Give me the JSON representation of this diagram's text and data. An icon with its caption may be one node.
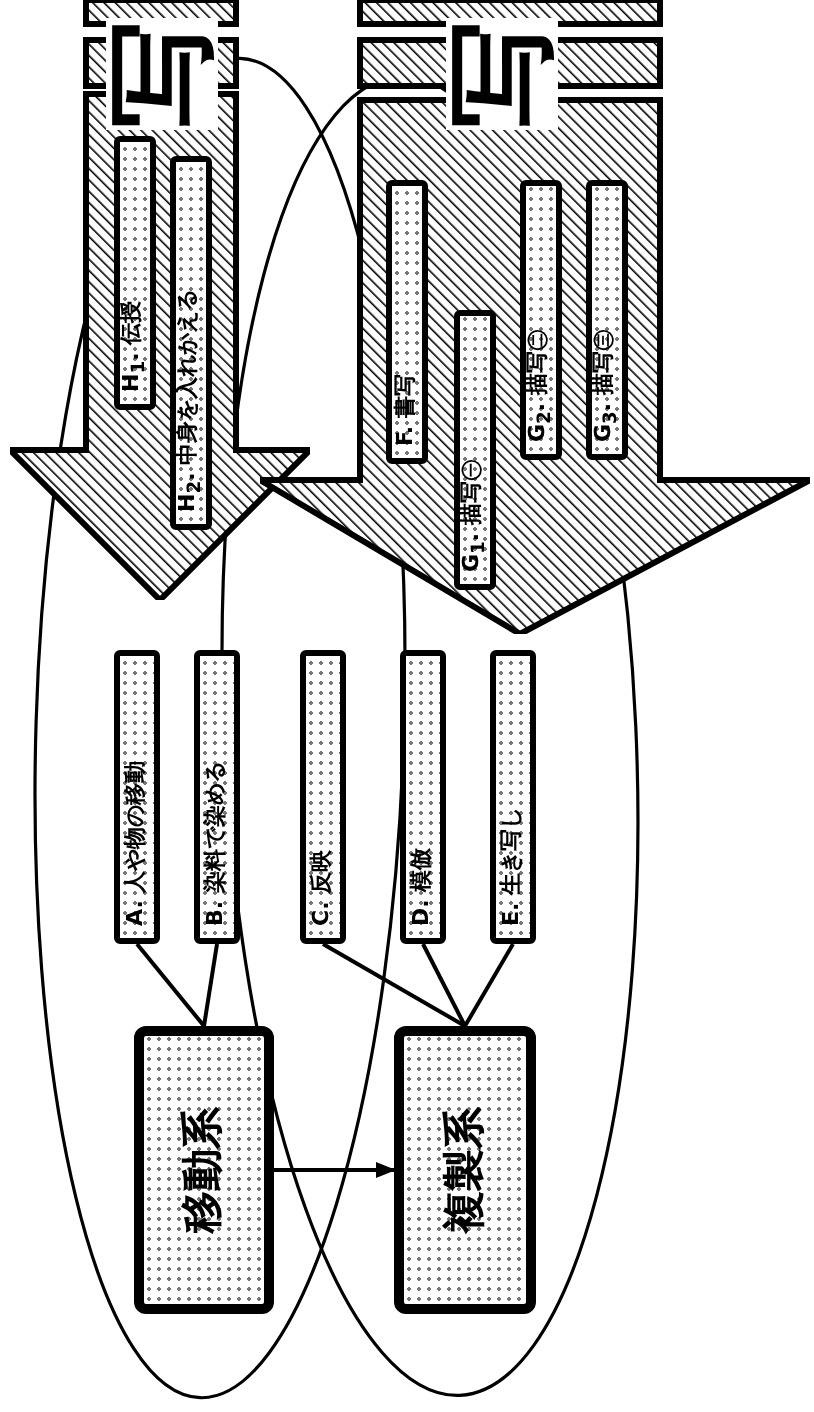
{
  "diagram": {
    "nodes": [
      {
        "text": [
          "写"
        ]
      },
      {
        "text": [
          "H$_{1}$. 伝授"
        ],
        "in": 0
      },
      {
        "text": [
          "H$_{2}$. 中身を入れかえる"
        ],
        "in": 0
      },
      {
        "text": [
          "写"
        ]
      },
      {
        "text": [
          "F. 書写"
        ],
        "in": 3
      },
      {
        "text": [
          "G$_{1}$. 描写㊀"
        ],
        "in": 3
      },
      {
        "text": [
          "G$_{2}$. 描写㊁"
        ],
        "in": 3
      },
      {
        "text": [
          "G$_{3}$. 描写㊂"
        ],
        "in": 3
      },
      {
        "text": [
          "A. 人や物の移動"
        ]
      },
      {
        "text": [
          "B. 染料で染める"
        ]
      },
      {
        "text": [
          "C. 反映"
        ]
      },
      {
        "text": [
          "D. 模倣"
        ]
      },
      {
        "text": [
          "E. 生き写し"
        ]
      },
      {
        "text": [
          "移動系"
        ]
      },
      {
        "text": [
          "複製系"
        ]
      }
    ],
    "edges": [
      {
        "from": 8,
        "to": 13,
        "arrow": "none"
      },
      {
        "from": 9,
        "to": 13,
        "arrow": "none"
      },
      {
        "from": 10,
        "to": 14,
        "arrow": "none"
      },
      {
        "from": 11,
        "to": 14,
        "arrow": "none"
      },
      {
        "from": 12,
        "to": 14,
        "arrow": "none"
      },
      {
        "from": 13,
        "to": 14,
        "arrow": "to"
      }
    ]
  }
}
